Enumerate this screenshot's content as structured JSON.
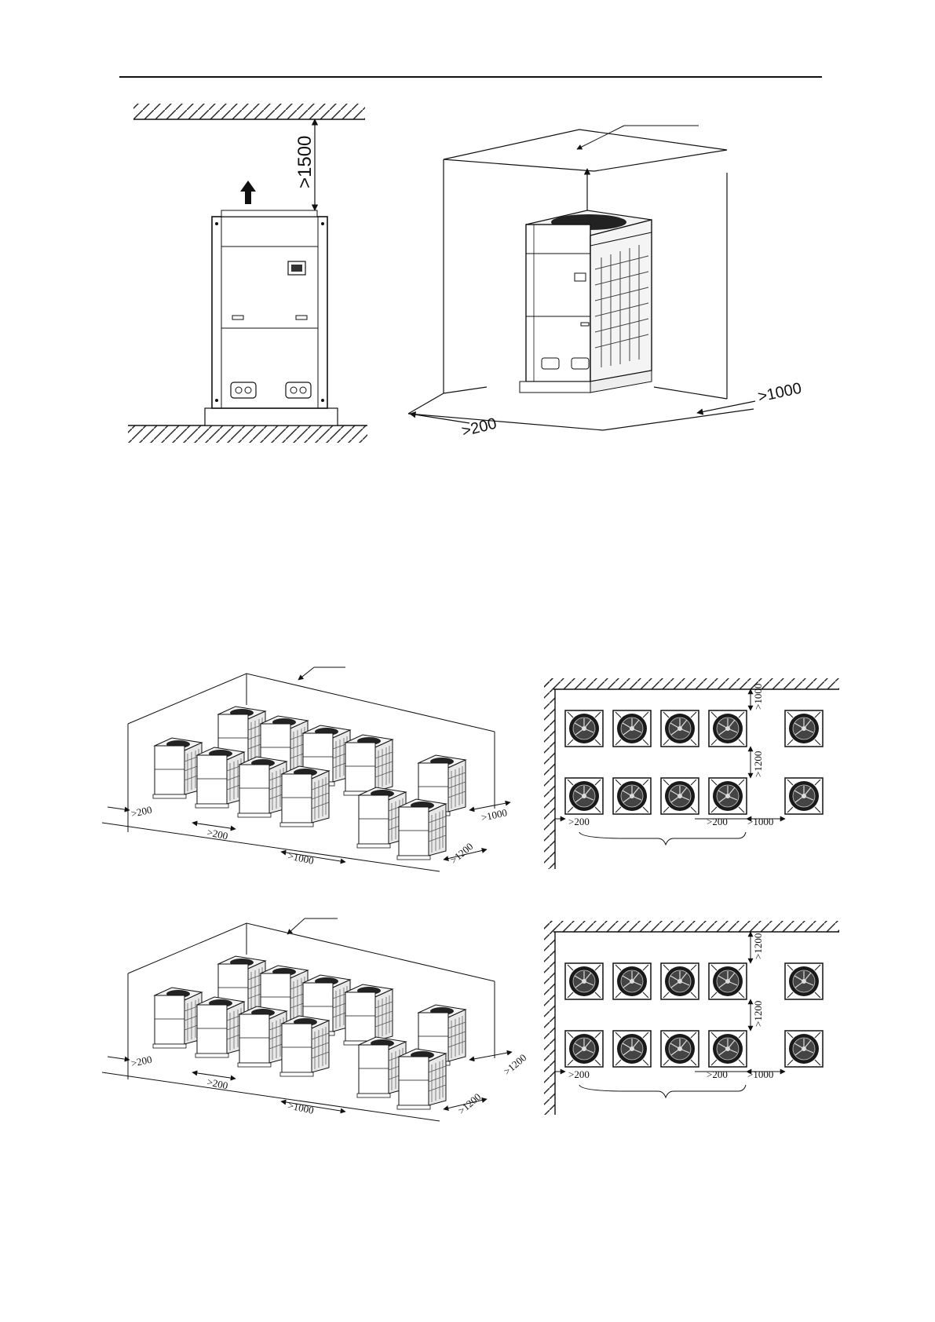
{
  "dims": {
    "front_top": ">1500",
    "iso_side": ">1000",
    "iso_front": ">200",
    "a_iso_left": ">200",
    "a_iso_gap": ">200",
    "a_iso_row": ">1000",
    "a_iso_side": ">1000",
    "a_iso_back": ">1200",
    "a_plan_top": ">1000",
    "a_plan_row": ">1200",
    "a_plan_wall": ">200",
    "a_plan_gap": ">200",
    "a_plan_group": ">1000",
    "b_iso_left": ">200",
    "b_iso_gap": ">200",
    "b_iso_row": ">1000",
    "b_iso_side": ">1200",
    "b_iso_back": ">1200",
    "b_plan_top": ">1200",
    "b_plan_row": ">1200",
    "b_plan_wall": ">200",
    "b_plan_gap": ">200",
    "b_plan_group": ">1000"
  },
  "colors": {
    "line": "#111111",
    "hatch": "#222222",
    "fan": "#1a1a1a"
  },
  "icons": {
    "airflow": "airflow-arrow-icon",
    "fan": "fan-icon"
  }
}
